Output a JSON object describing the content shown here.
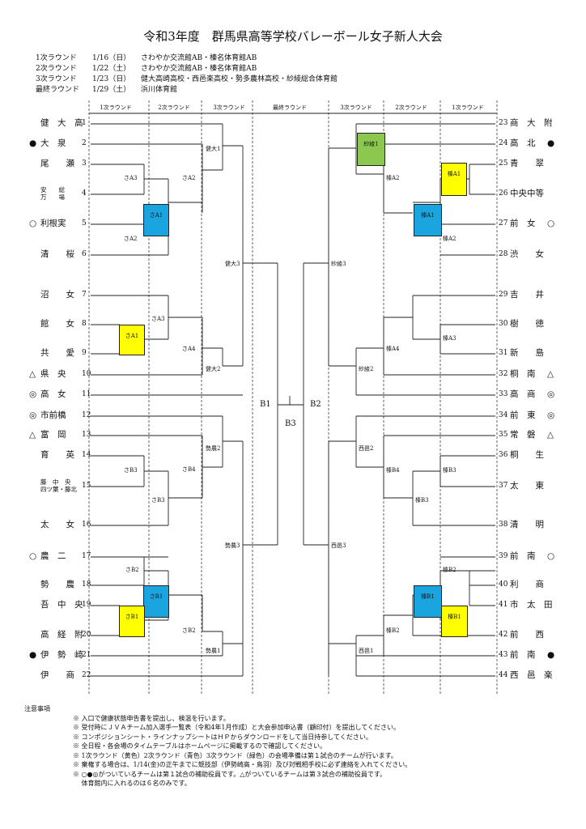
{
  "title": "令和3年度　群馬県高等学校バレーボール女子新人大会",
  "schedule": [
    {
      "round": "1次ラウンド",
      "date": "1/16（日）",
      "venue": "さわやか交流館AB・榛名体育館AB"
    },
    {
      "round": "2次ラウンド",
      "date": "1/22（土）",
      "venue": "さわやか交流館AB・榛名体育館AB"
    },
    {
      "round": "3次ラウンド",
      "date": "1/23（日）",
      "venue": "健大高崎高校・西邑楽高校・勢多農林高校・紗綾総合体育館"
    },
    {
      "round": "最終ラウンド",
      "date": "1/29（土）",
      "venue": "浜川体育館"
    }
  ],
  "round_headers": {
    "r1": "1次ラウンド",
    "r2": "2次ラウンド",
    "r3": "3次ラウンド",
    "final": "最終ラウンド"
  },
  "left_teams": [
    {
      "num": "1",
      "name": "健　大　高",
      "mark": ""
    },
    {
      "num": "2",
      "name": "大　泉",
      "mark": "●"
    },
    {
      "num": "3",
      "name": "尾　　瀬",
      "mark": ""
    },
    {
      "num": "4",
      "name": "安　　総\n万　　場",
      "mark": ""
    },
    {
      "num": "5",
      "name": "利根実",
      "mark": "○"
    },
    {
      "num": "6",
      "name": "清　　桜",
      "mark": ""
    },
    {
      "num": "7",
      "name": "沼　　女",
      "mark": ""
    },
    {
      "num": "8",
      "name": "館　　女",
      "mark": ""
    },
    {
      "num": "9",
      "name": "共　　愛",
      "mark": ""
    },
    {
      "num": "10",
      "name": "県　央",
      "mark": "△"
    },
    {
      "num": "11",
      "name": "高　女",
      "mark": "◎"
    },
    {
      "num": "12",
      "name": "市前橋",
      "mark": "◎"
    },
    {
      "num": "13",
      "name": "富　岡",
      "mark": "△"
    },
    {
      "num": "14",
      "name": "育　　英",
      "mark": ""
    },
    {
      "num": "15",
      "name": "藤　中　央\n四ツ葉・藤北",
      "mark": ""
    },
    {
      "num": "16",
      "name": "太　　女",
      "mark": ""
    },
    {
      "num": "17",
      "name": "農　二",
      "mark": "○"
    },
    {
      "num": "18",
      "name": "勢　　農",
      "mark": ""
    },
    {
      "num": "19",
      "name": "吾　中　央",
      "mark": ""
    },
    {
      "num": "20",
      "name": "高　経　附",
      "mark": ""
    },
    {
      "num": "21",
      "name": "伊　勢　崎",
      "mark": "●"
    },
    {
      "num": "22",
      "name": "伊　　商",
      "mark": ""
    }
  ],
  "right_teams": [
    {
      "num": "23",
      "name": "商　大　附",
      "mark": ""
    },
    {
      "num": "24",
      "name": "高　北",
      "mark": "●"
    },
    {
      "num": "25",
      "name": "青　　翠",
      "mark": ""
    },
    {
      "num": "26",
      "name": "中央中等",
      "mark": ""
    },
    {
      "num": "27",
      "name": "前　女",
      "mark": "○"
    },
    {
      "num": "28",
      "name": "渋　　女",
      "mark": ""
    },
    {
      "num": "29",
      "name": "吉　　井",
      "mark": ""
    },
    {
      "num": "30",
      "name": "樹　　徳",
      "mark": ""
    },
    {
      "num": "31",
      "name": "新　　島",
      "mark": ""
    },
    {
      "num": "32",
      "name": "桐　南",
      "mark": "△"
    },
    {
      "num": "33",
      "name": "高　商",
      "mark": "◎"
    },
    {
      "num": "34",
      "name": "前　東",
      "mark": "◎"
    },
    {
      "num": "35",
      "name": "常　磐",
      "mark": "△"
    },
    {
      "num": "36",
      "name": "桐　　生",
      "mark": ""
    },
    {
      "num": "37",
      "name": "太　　東",
      "mark": ""
    },
    {
      "num": "38",
      "name": "清　　明",
      "mark": ""
    },
    {
      "num": "39",
      "name": "前　南",
      "mark": "○"
    },
    {
      "num": "40",
      "name": "利　　商",
      "mark": ""
    },
    {
      "num": "41",
      "name": "市　太　田",
      "mark": ""
    },
    {
      "num": "42",
      "name": "前　　西",
      "mark": ""
    },
    {
      "num": "43",
      "name": "前　南",
      "mark": "●"
    },
    {
      "num": "44",
      "name": "西　邑　楽",
      "mark": ""
    }
  ],
  "labels": {
    "l_r1_a": "さA3",
    "l_r1_b": "さA2",
    "l_r1_c": "さA3",
    "l_r1_d": "さB3",
    "l_r1_e": "さB2",
    "l_r2_a": "さA2",
    "l_r2_b": "さA4",
    "l_r2_c": "さB3",
    "l_r2_d": "さB4",
    "l_r2_e": "さB2",
    "l_r3_a": "健大1",
    "l_r3_b": "健大2",
    "l_r3_c": "勢農2",
    "l_r3_d": "勢農1",
    "l_sf_a": "健大3",
    "l_sf_b": "勢農3",
    "r_r1_a": "榛A2",
    "r_r1_b": "榛A3",
    "r_r1_c": "榛B3",
    "r_r1_d": "榛B2",
    "r_r2_a": "榛A2",
    "r_r2_b": "榛A4",
    "r_r2_c": "榛B4",
    "r_r2_d": "榛B3",
    "r_r2_e": "榛B2",
    "r_r3_a": "紗綾2",
    "r_r3_b": "西邑2",
    "r_r3_c": "西邑1",
    "r_sf_a": "紗綾3",
    "r_sf_b": "西邑3"
  },
  "boxes": {
    "l_box_a1": {
      "text": "さA1",
      "color": "#1aa5e0"
    },
    "l_box_a1y": {
      "text": "さA1",
      "color": "#ffff00"
    },
    "l_box_b1": {
      "text": "さB1",
      "color": "#1aa5e0"
    },
    "l_box_b1y": {
      "text": "さB1",
      "color": "#ffff00"
    },
    "r_box_s1": {
      "text": "紗綾1",
      "color": "#8cc850"
    },
    "r_box_a1y": {
      "text": "榛A1",
      "color": "#ffff00"
    },
    "r_box_a1": {
      "text": "榛A1",
      "color": "#1aa5e0"
    },
    "r_box_b1": {
      "text": "榛B1",
      "color": "#1aa5e0"
    },
    "r_box_b1y": {
      "text": "榛B1",
      "color": "#ffff00"
    }
  },
  "final_labels": {
    "b1": "B1",
    "b2": "B2",
    "b3": "B3"
  },
  "notes": {
    "heading": "注意事項",
    "items": [
      "※ 入口で健康状態申告書を提出し、検温を行います。",
      "※ 受付時にＪＶＡチーム加入選手一覧表（令和4年1月作成）と大会参加申込書（顧印付）を提出してください。",
      "※ コンポジションシート・ラインナップシートはＨＰからダウンロードをして当日持参してください。",
      "※ 全日程・各会場のタイムテーブルはホームページに掲載するので確認してください。",
      "※ 1次ラウンド（黄色）2次ラウンド（青色）3次ラウンド（緑色）の会場準備は第１試合のチームが行います。",
      "※ 棄権する場合は、1/14(金)の正午までに競技部（伊勢崎高・鳥羽）及び対戦相手校に必ず連絡を入れてください。",
      "※ ○●◎がついているチームは第１試合の補助役員です。△がついているチームは第３試合の補助役員です。",
      "　 体育館内に入れるのは６名のみです。"
    ]
  }
}
